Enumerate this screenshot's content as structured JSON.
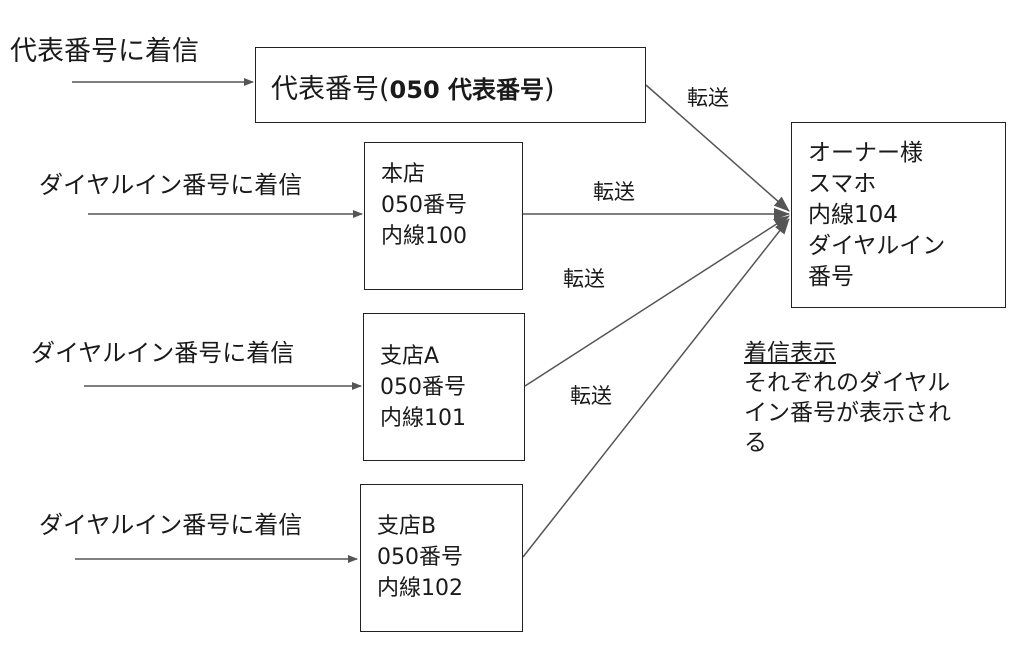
{
  "colors": {
    "line": "#555555",
    "box_border": "#222222",
    "text": "#1a1a1a"
  },
  "incoming": {
    "representative": "代表番号に着信",
    "honten": "ダイヤルイン番号に着信",
    "shiten_a": "ダイヤルイン番号に着信",
    "shiten_b": "ダイヤルイン番号に着信"
  },
  "representative_box": {
    "prefix": "代表番号(",
    "bold": "050 代表番号",
    "suffix": ")"
  },
  "honten_box": {
    "line1": "本店",
    "line2": "050番号",
    "line3": "内線100"
  },
  "shiten_a_box": {
    "line1": "支店A",
    "line2": "050番号",
    "line3": "内線101"
  },
  "shiten_b_box": {
    "line1": "支店B",
    "line2": "050番号",
    "line3": "内線102"
  },
  "owner_box": {
    "line1": "オーナー様",
    "line2": "スマホ",
    "line3": "内線104",
    "line4": "ダイヤルイン",
    "line5": "番号"
  },
  "transfer_labels": {
    "representative": "転送",
    "honten": "転送",
    "shiten_a": "転送",
    "shiten_b": "転送"
  },
  "note": {
    "title": "着信表示",
    "line1": "それぞれのダイヤル",
    "line2": "イン番号が表示され",
    "line3": "る"
  }
}
